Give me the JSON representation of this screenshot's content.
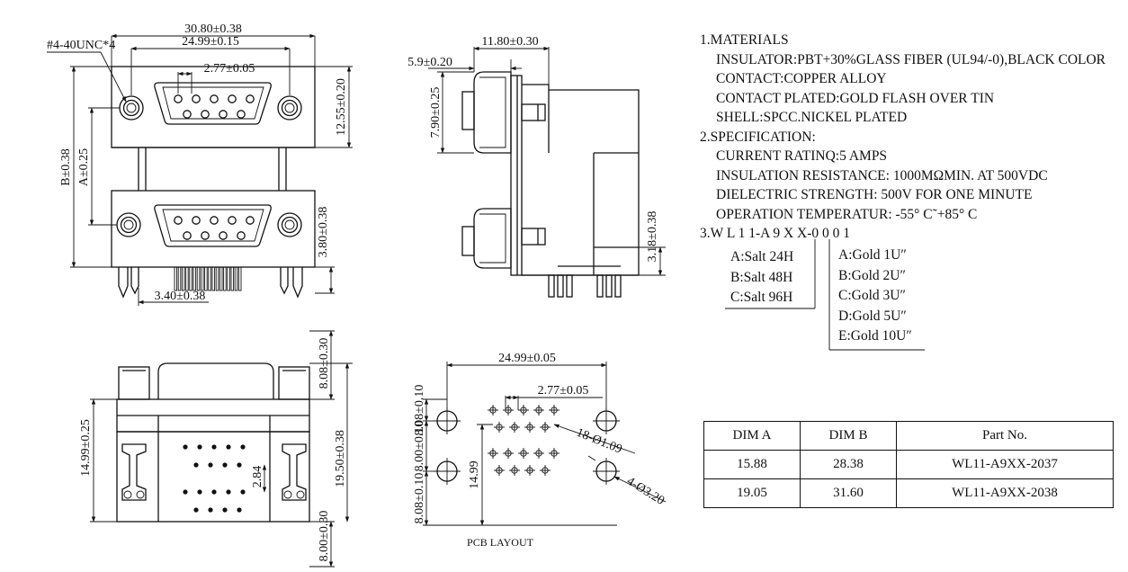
{
  "front_view": {
    "thread_callout": "#4-40UNC*4",
    "dim_width_overall": "30.80±0.38",
    "dim_width_shell": "24.99±0.15",
    "dim_pin_pitch": "2.77±0.05",
    "dim_upper_height": "12.55±0.20",
    "dim_b": "B±0.38",
    "dim_a": "A±0.25",
    "dim_lower_height": "3.80±0.38",
    "dim_board_offset": "3.40±0.38"
  },
  "side_view": {
    "dim_depth": "11.80±0.30",
    "dim_flange": "5.9±0.20",
    "dim_upper_offset": "7.90±0.25",
    "dim_leg": "3.18±0.38"
  },
  "bottom_view": {
    "dim_top": "8.08±0.30",
    "dim_height": "14.99±0.25",
    "dim_total": "19.50±0.38",
    "dim_row": "2.84",
    "dim_bottom": "8.00±0.30"
  },
  "pcb_layout": {
    "caption": "PCB LAYOUT",
    "dim_width": "24.99±0.05",
    "dim_pitch": "2.77±0.05",
    "dim_upper": "8.08±0.10",
    "dim_middle": "8.00±0.10",
    "dim_lower": "8.08±0.10",
    "dim_height": "14.99",
    "dim_pin_holes": "18-Ø1.09",
    "dim_mount_holes": "4-Ø3.20"
  },
  "specs": {
    "materials_heading": "1.MATERIALS",
    "insulator": "INSULATOR:PBT+30%GLASS FIBER (UL94/-0),BLACK COLOR",
    "contact": "CONTACT:COPPER ALLOY",
    "contact_plated": "CONTACT PLATED:GOLD FLASH OVER TIN",
    "shell": "SHELL:SPCC.NICKEL PLATED",
    "specification_heading": "2.SPECIFICATION:",
    "current_rating": "CURRENT RATINQ:5 AMPS",
    "insulation_resistance": "INSULATION RESISTANCE: 1000MΩMIN. AT 500VDC",
    "dielectric_strength": "DIELECTRIC  STRENGTH: 500V FOR ONE MINUTE",
    "operation_temperature": "OPERATION TEMPERATUR: -55° C˜+85° C",
    "part_code": "3.W L 1 1-A 9 X X-0 0 0 1"
  },
  "salt_options": [
    "A:Salt 24H",
    "B:Salt 48H",
    "C:Salt 96H"
  ],
  "gold_options": [
    "A:Gold 1U″",
    "B:Gold 2U″",
    "C:Gold 3U″",
    "D:Gold 5U″",
    "E:Gold 10U″"
  ],
  "part_table": {
    "headers": [
      "DIM A",
      "DIM B",
      "Part  No."
    ],
    "rows": [
      [
        "15.88",
        "28.38",
        "WL11-A9XX-2037"
      ],
      [
        "19.05",
        "31.60",
        "WL11-A9XX-2038"
      ]
    ]
  }
}
